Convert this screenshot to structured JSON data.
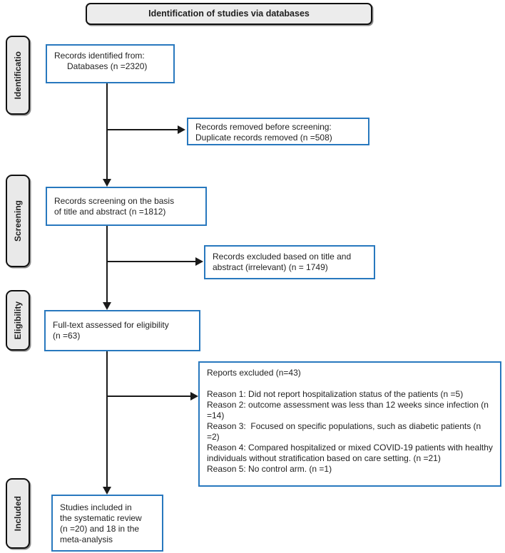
{
  "header": {
    "title": "Identification of studies via databases"
  },
  "stages": {
    "identification": "Identificatio",
    "screening": "Screening",
    "eligibility": "Eligibility",
    "included": "Included"
  },
  "boxes": {
    "records_identified": {
      "line1": "Records identified from:",
      "line2": "Databases (n =2320)"
    },
    "records_removed": {
      "line1": "Records removed before screening:",
      "line2": "Duplicate records removed (n =508)"
    },
    "records_screened": {
      "line1": "Records screening on the basis",
      "line2": "of title and abstract (n =1812)"
    },
    "records_excluded": {
      "line1": "Records excluded based on title and",
      "line2": "abstract (irrelevant) (n = 1749)"
    },
    "fulltext_assessed": {
      "line1": "Full-text assessed for eligibility",
      "line2": "(n =63)"
    },
    "reports_excluded": {
      "title": "Reports excluded (n=43)",
      "reasons": [
        "Reason 1: Did not report hospitalization status of the patients (n =5)",
        "Reason 2: outcome assessment was less than 12 weeks since infection (n =14)",
        "Reason 3:  Focused on specific populations, such as diabetic patients (n =2)",
        "Reason 4: Compared hospitalized or mixed COVID-19 patients with healthy individuals without stratification based on care setting. (n =21)",
        "Reason 5: No control arm. (n =1)"
      ]
    },
    "studies_included": {
      "line1": "Studies included in",
      "line2": "the systematic review",
      "line3": "(n =20) and 18 in the",
      "line4": "meta-analysis"
    }
  },
  "colors": {
    "flow_box_border": "#2878be",
    "stage_fill": "#e9e9e9",
    "stage_border": "#111111",
    "arrow": "#1a1a1a"
  }
}
